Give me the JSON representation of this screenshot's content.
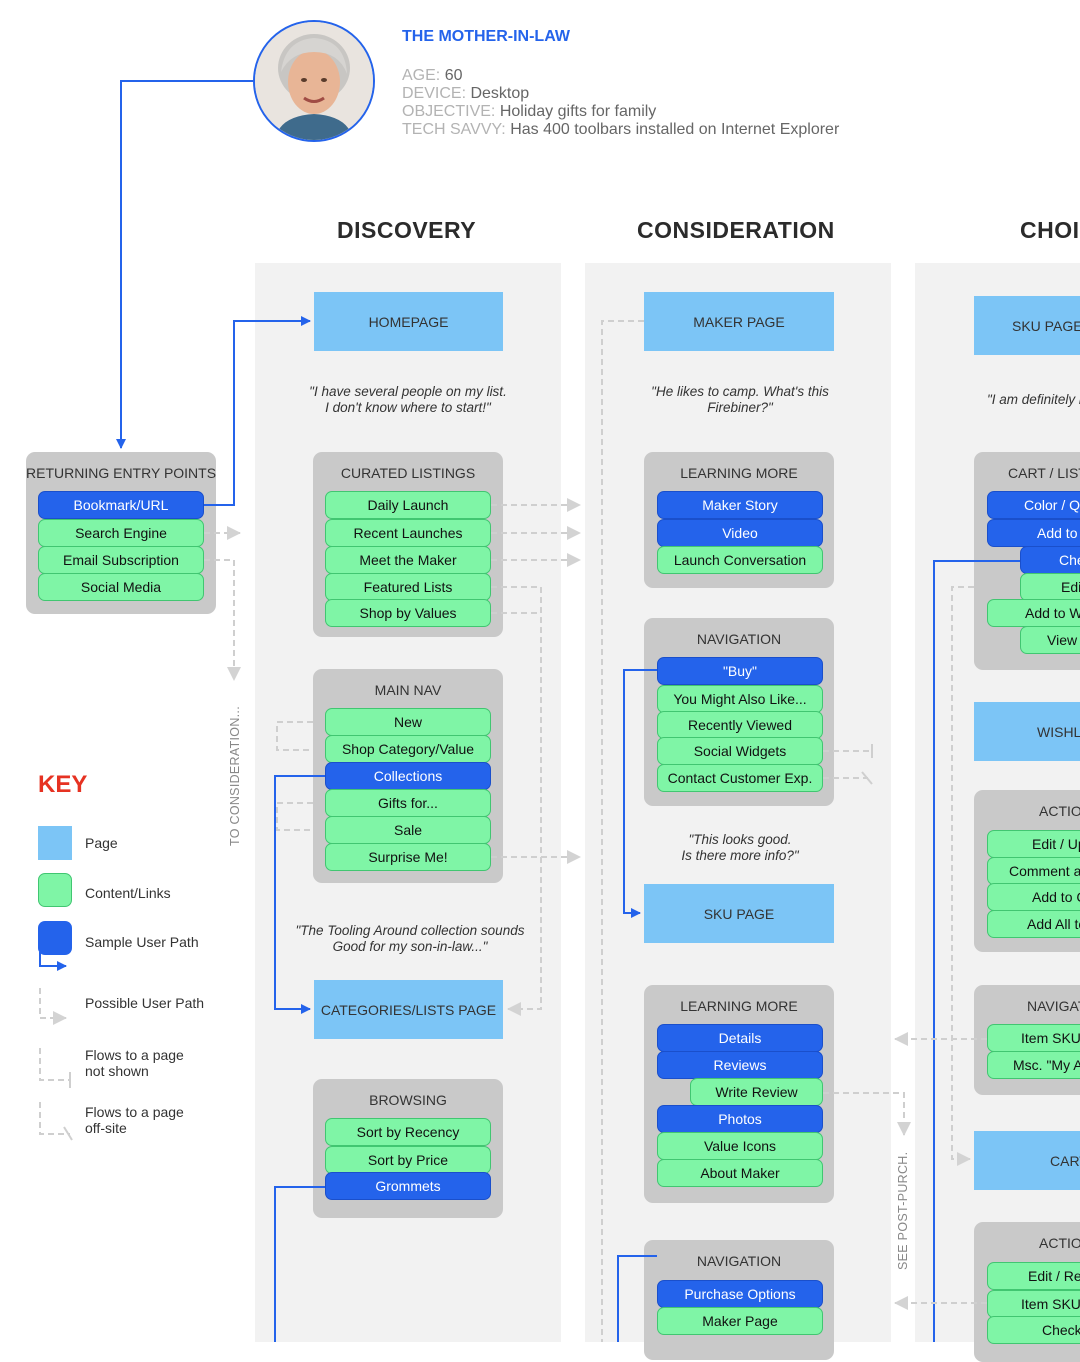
{
  "persona": {
    "name": "THE MOTHER-IN-LAW",
    "age_label": "AGE:",
    "age": "60",
    "device_label": "DEVICE:",
    "device": "Desktop",
    "objective_label": "OBJECTIVE:",
    "objective": "Holiday gifts for family",
    "tech_label": "TECH SAVVY:",
    "tech": "Has 400 toolbars installed on Internet Explorer"
  },
  "stages": [
    "DISCOVERY",
    "CONSIDERATION",
    "CHOI"
  ],
  "entry": {
    "title": "RETURNING ENTRY POINTS",
    "items": [
      "Bookmark/URL",
      "Search Engine",
      "Email Subscription",
      "Social Media"
    ]
  },
  "discovery": {
    "homepage": "HOMEPAGE",
    "quote1": "\"I have several people on my list.\nI don't know where to start!\"",
    "curated_title": "CURATED LISTINGS",
    "curated_items": [
      "Daily Launch",
      "Recent Launches",
      "Meet the Maker",
      "Featured Lists",
      "Shop by Values"
    ],
    "mainnav_title": "MAIN NAV",
    "mainnav_items": [
      "New",
      "Shop Category/Value",
      "Collections",
      "Gifts for...",
      "Sale",
      "Surprise Me!"
    ],
    "quote2": "\"The Tooling Around collection sounds\nGood for my son-in-law...\"",
    "categories_page": "CATEGORIES/LISTS PAGE",
    "browsing_title": "BROWSING",
    "browsing_items": [
      "Sort by Recency",
      "Sort by Price",
      "Grommets"
    ]
  },
  "consideration": {
    "maker_page": "MAKER PAGE",
    "quote1": "\"He likes to camp. What's this\nFirebiner?\"",
    "learning1_title": "LEARNING MORE",
    "learning1_items": [
      "Maker Story",
      "Video",
      "Launch Conversation"
    ],
    "nav1_title": "NAVIGATION",
    "nav1_items": [
      "\"Buy\"",
      "You Might Also Like...",
      "Recently Viewed",
      "Social Widgets",
      "Contact Customer Exp."
    ],
    "quote2": "\"This looks good.\nIs there more info?\"",
    "sku_page": "SKU PAGE",
    "learning2_title": "LEARNING MORE",
    "learning2_items": [
      "Details",
      "Reviews",
      "Write Review",
      "Photos",
      "Value Icons",
      "About Maker"
    ],
    "nav2_title": "NAVIGATION",
    "nav2_items": [
      "Purchase Options",
      "Maker Page"
    ]
  },
  "choice": {
    "sku_page": "SKU PAGE",
    "quote1": "\"I am definitely b",
    "cart_title": "CART / LIST",
    "cart_items": [
      "Color / Qu",
      "Add to C",
      "Che",
      "Edi",
      "Add to W",
      "View"
    ],
    "wishlist_page": "WISHL",
    "actions1_title": "ACTIO",
    "actions1_items": [
      "Edit / Up",
      "Comment an",
      "Add to C",
      "Add All to"
    ],
    "nav_title": "NAVIGAT",
    "nav_items": [
      "Item SKU",
      "Msc. \"My A"
    ],
    "cart_page": "CART",
    "actions2_title": "ACTIO",
    "actions2_items": [
      "Edit / Re",
      "Item SKU",
      "Check"
    ]
  },
  "side_labels": {
    "to_consideration": "TO CONSIDERATION...",
    "see_post_purchase": "SEE POST-PURCH."
  },
  "key": {
    "title": "KEY",
    "items": [
      "Page",
      "Content/Links",
      "Sample User Path",
      "Possible User Path",
      "Flows to a page\nnot shown",
      "Flows to a page\noff-site"
    ]
  },
  "colors": {
    "page": "#7cc5f6",
    "content": "#7ff5a6",
    "path": "#2463eb",
    "key_title": "#e63222",
    "persona_name": "#2463eb"
  }
}
